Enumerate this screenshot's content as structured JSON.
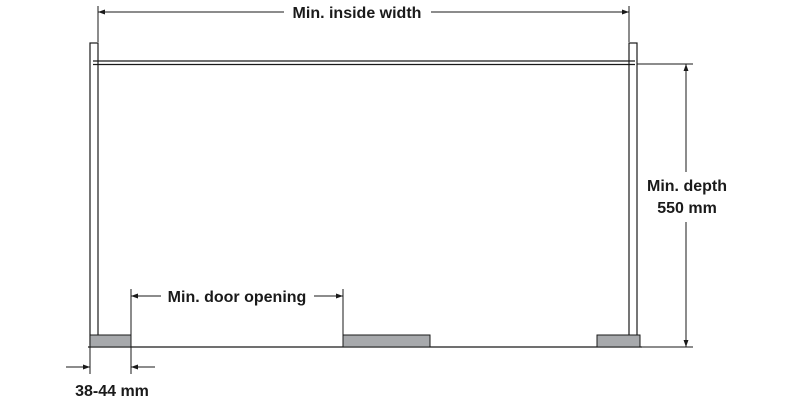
{
  "labels": {
    "inside_width": "Min. inside width",
    "depth_line1": "Min. depth",
    "depth_line2": "550 mm",
    "door_opening": "Min. door opening",
    "panel_thickness": "38-44 mm"
  },
  "colors": {
    "line": "#1a1a1a",
    "panel_fill": "#ffffff",
    "door_fill": "#a7a9ac",
    "text": "#1a1a1a"
  }
}
